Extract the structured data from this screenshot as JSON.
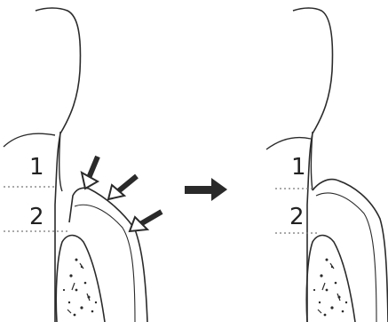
{
  "panels": {
    "before": {
      "labels": {
        "zone_upper": "1",
        "zone_lower": "2"
      }
    },
    "after": {
      "labels": {
        "zone_upper": "1",
        "zone_lower": "2"
      }
    }
  },
  "colors": {
    "line": "#2b2b2b",
    "dotted": "#777777",
    "arrow": "#2a2a2a"
  }
}
